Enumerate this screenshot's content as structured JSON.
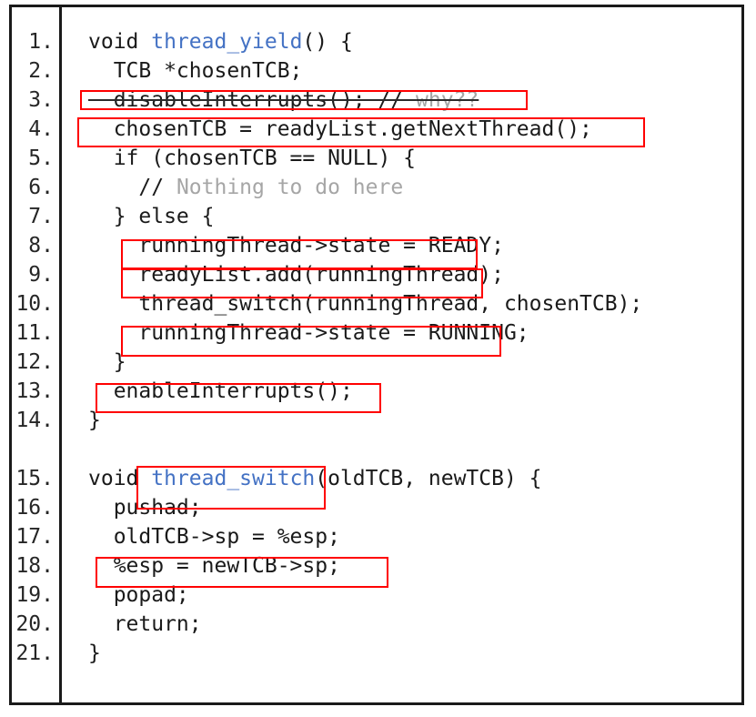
{
  "figure": {
    "kind": "code-listing-with-annotations",
    "language": "c",
    "accent_blue": "#4472C4",
    "comment_gray": "#A6A6A6",
    "annotation_red": "#FF0000",
    "frame_color": "#1A1A1A",
    "background": "#FFFFFF"
  },
  "gutter": {
    "numbers": [
      "1.",
      "2.",
      "3.",
      "4.",
      "5.",
      "6.",
      "7.",
      "8.",
      "9.",
      "10.",
      "11.",
      "12.",
      "13.",
      "14.",
      "",
      "15.",
      "16.",
      "17.",
      "18.",
      "19.",
      "20.",
      "21."
    ]
  },
  "code": {
    "line1_a": "void ",
    "line1_fn": "thread_yield",
    "line1_b": "() {",
    "line2": "  TCB *chosenTCB;",
    "line3_code": "  disableInterrupts(); ",
    "line3_slashes": "// ",
    "line3_comment": "why??",
    "line4": "  chosenTCB = readyList.getNextThread();",
    "line5": "  if (chosenTCB == NULL) {",
    "line6_slashes": "    // ",
    "line6_comment": "Nothing to do here",
    "line7": "  } else {",
    "line8": "    runningThread->state = READY;",
    "line9": "    readyList.add(runningThread);",
    "line10": "    thread_switch(runningThread, chosenTCB);",
    "line11": "    runningThread->state = RUNNING;",
    "line12": "  }",
    "line13": "  enableInterrupts();",
    "line14": "}",
    "line15_a": "void ",
    "line15_fn": "thread_switch",
    "line15_b": "(oldTCB, newTCB) {",
    "line16": "  pushad;",
    "line17": "  oldTCB->sp = %esp;",
    "line18": "  %esp = newTCB->sp;",
    "line19": "  popad;",
    "line20": "  return;",
    "line21": "}"
  },
  "annotations": {
    "boxes": [
      {
        "id": "box-line3-disable-interrupts",
        "target_line": 3,
        "note": "disableInterrupts(); // why??  (struck through)"
      },
      {
        "id": "box-line4-get-next-thread",
        "target_line": 4,
        "note": "chosenTCB = readyList.getNextThread();"
      },
      {
        "id": "box-line8-state-ready",
        "target_line": 8,
        "note": "runningThread->state = READY;"
      },
      {
        "id": "box-line9-readylist-add",
        "target_line": 9,
        "note": "readyList.add(runningThread);"
      },
      {
        "id": "box-line11-state-running",
        "target_line": 11,
        "note": "runningThread->state = RUNNING;"
      },
      {
        "id": "box-line13-enable-interrupts",
        "target_line": 13,
        "note": "enableInterrupts();"
      },
      {
        "id": "box-line15-thread-switch-name",
        "target_line": 15,
        "note": "thread_switch"
      },
      {
        "id": "box-line18-esp-assign",
        "target_line": 18,
        "note": "%esp = newTCB->sp;"
      }
    ]
  }
}
